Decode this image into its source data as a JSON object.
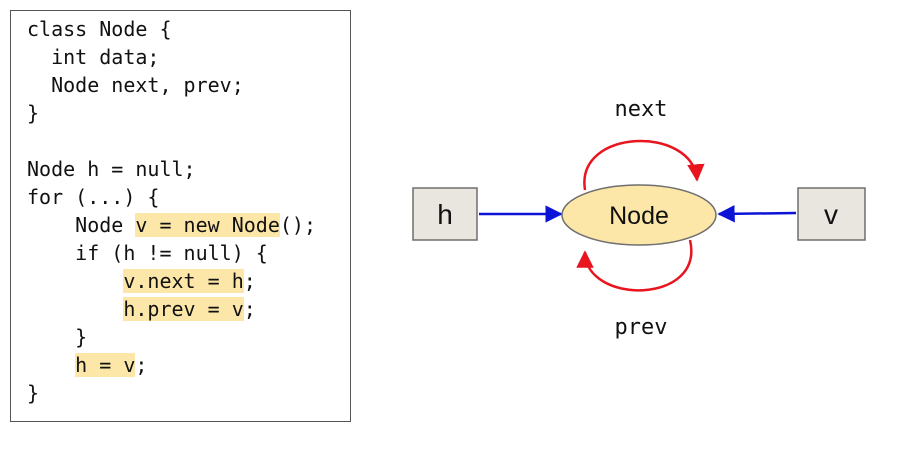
{
  "code": {
    "lines": [
      {
        "segments": [
          {
            "text": "class Node {"
          }
        ]
      },
      {
        "segments": [
          {
            "text": "  int data;"
          }
        ]
      },
      {
        "segments": [
          {
            "text": "  Node next, prev;"
          }
        ]
      },
      {
        "segments": [
          {
            "text": "}"
          }
        ]
      },
      {
        "segments": [
          {
            "text": ""
          }
        ]
      },
      {
        "segments": [
          {
            "text": "Node h = null;"
          }
        ]
      },
      {
        "segments": [
          {
            "text": "for (...) {"
          }
        ]
      },
      {
        "segments": [
          {
            "text": "    Node "
          },
          {
            "text": "v = new Node",
            "highlight": true
          },
          {
            "text": "();"
          }
        ]
      },
      {
        "segments": [
          {
            "text": "    if (h != null) {"
          }
        ]
      },
      {
        "segments": [
          {
            "text": "        "
          },
          {
            "text": "v.next = h",
            "highlight": true
          },
          {
            "text": ";"
          }
        ]
      },
      {
        "segments": [
          {
            "text": "        "
          },
          {
            "text": "h.prev = v",
            "highlight": true
          },
          {
            "text": ";"
          }
        ]
      },
      {
        "segments": [
          {
            "text": "    }"
          }
        ]
      },
      {
        "segments": [
          {
            "text": "    "
          },
          {
            "text": "h = v",
            "highlight": true
          },
          {
            "text": ";"
          }
        ]
      },
      {
        "segments": [
          {
            "text": "}"
          }
        ]
      }
    ]
  },
  "diagram": {
    "node_label": "Node",
    "h_label": "h",
    "v_label": "v",
    "next_label": "next",
    "prev_label": "prev"
  },
  "colors": {
    "node_fill": "#fde7a8",
    "var_box_fill": "#e9e6e0",
    "pointer_arrow": "#0b14d6",
    "self_loop": "#e8141e",
    "code_highlight": "#fde7a8"
  }
}
